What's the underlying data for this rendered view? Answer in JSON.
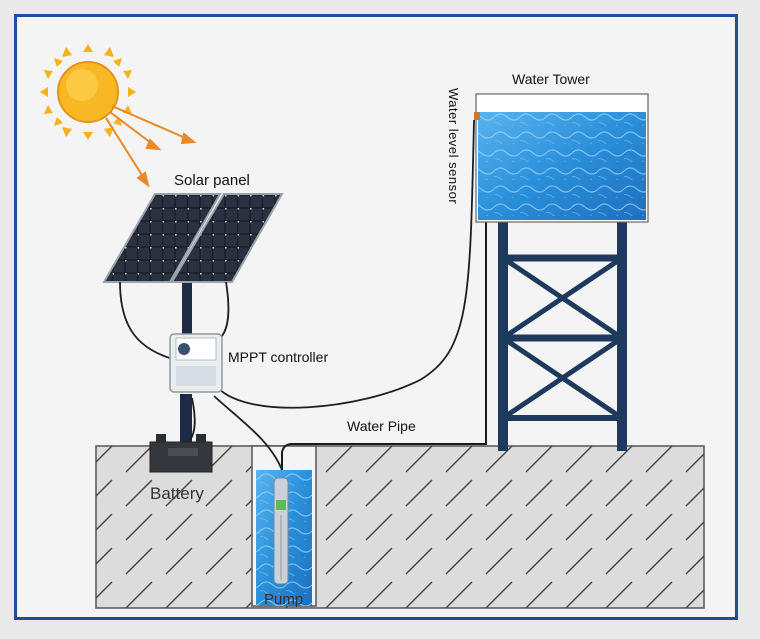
{
  "diagram": {
    "labels": {
      "solar_panel": "Solar panel",
      "mppt_controller": "MPPT controller",
      "water_pipe": "Water Pipe",
      "water_tower": "Water Tower",
      "water_level_sensor": "Water level sensor",
      "battery": "Battery",
      "pump": "Pump"
    },
    "colors": {
      "frame_border": "#1f4e96",
      "sun": "#f6b21b",
      "sun_rays": "#e8892a",
      "water": "#2f8fd8",
      "tower_frame": "#1d3a5e",
      "ground_hatch": "#3a3a3a",
      "ground_fill": "#d8d8d8"
    }
  }
}
